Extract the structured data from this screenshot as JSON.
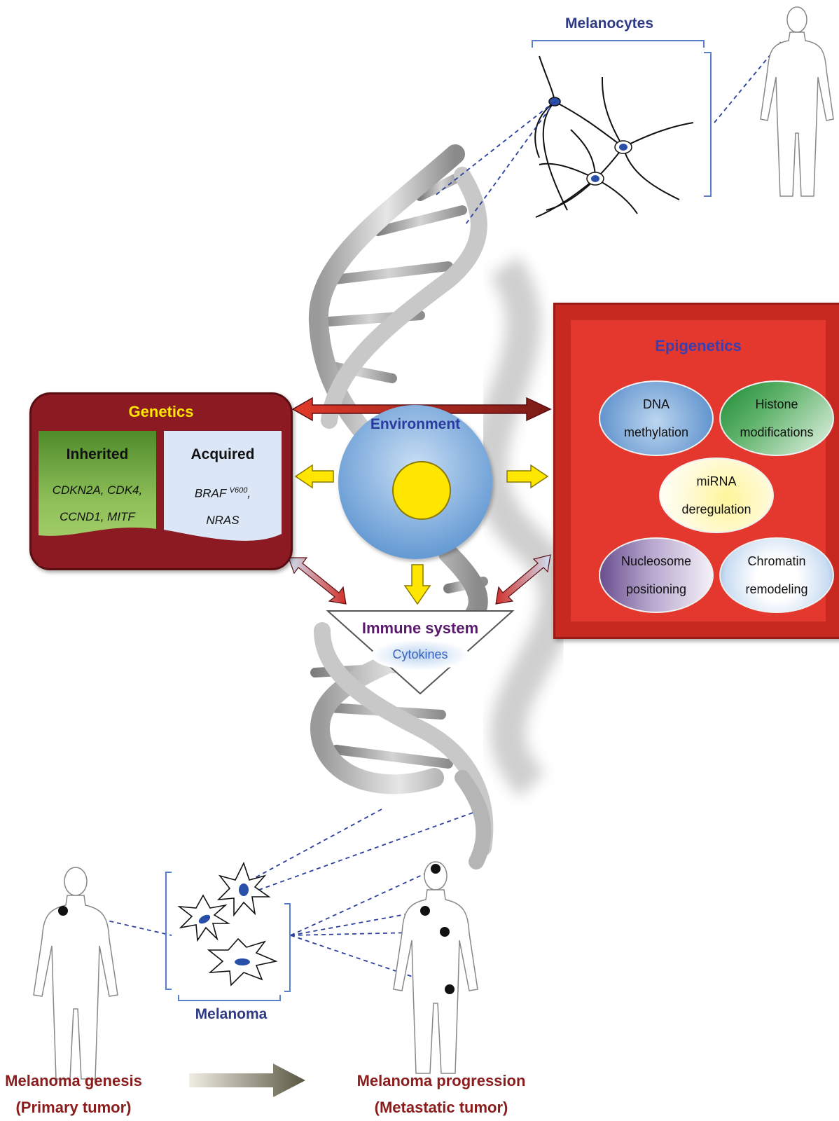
{
  "melanocytes_label": "Melanocytes",
  "melanoma_label": "Melanoma",
  "genetics": {
    "title": "Genetics",
    "inherited": {
      "heading": "Inherited",
      "genes": [
        "CDKN2A, CDK4,",
        "CCND1, MITF"
      ]
    },
    "acquired": {
      "heading": "Acquired",
      "line1": "BRAF",
      "line1_sup": "V600",
      "line1_tail": ",",
      "line2": "NRAS"
    }
  },
  "environment": {
    "title": "Environment"
  },
  "epigenetics": {
    "title": "Epigenetics",
    "items": [
      [
        "DNA",
        "methylation"
      ],
      [
        "Histone",
        "modifications"
      ],
      [
        "miRNA",
        "deregulation"
      ],
      [
        "Nucleosome",
        "positioning"
      ],
      [
        "Chromatin",
        "remodeling"
      ]
    ]
  },
  "immune": {
    "title": "Immune system",
    "subtitle": "Cytokines"
  },
  "bottom": {
    "genesis": [
      "Melanoma genesis",
      "(Primary tumor)"
    ],
    "progression": [
      "Melanoma progression",
      "(Metastatic tumor)"
    ]
  },
  "colors": {
    "title_blue": "#2e3a86",
    "dark_red": "#8b1a22",
    "epigenetics_red": "#e2332a",
    "sun_yellow": "#ffe600",
    "dashed_line": "#2b3f9e"
  }
}
